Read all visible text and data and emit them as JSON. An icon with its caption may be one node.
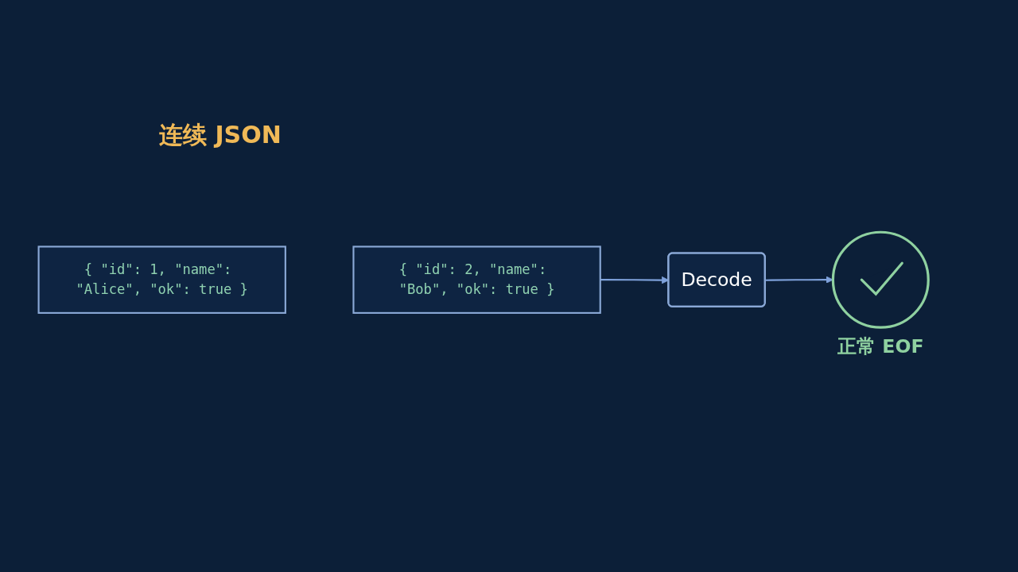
{
  "diagram": {
    "title": "连续 JSON",
    "nodes": [
      {
        "text": [
          "{ \"id\": 1, \"name\": \"Alice\", \"ok\": true }"
        ]
      },
      {
        "text": [
          "{ \"id\": 2, \"name\": \"Bob\", \"ok\": true }"
        ]
      },
      {
        "text": [
          "Decode"
        ]
      },
      {
        "text": [],
        "shape": "circle",
        "beside": [
          "正常 EOF"
        ]
      }
    ],
    "edges": [
      {
        "from": 1,
        "to": 2,
        "arrow": "to"
      },
      {
        "from": 2,
        "to": 3,
        "arrow": "to"
      }
    ]
  }
}
